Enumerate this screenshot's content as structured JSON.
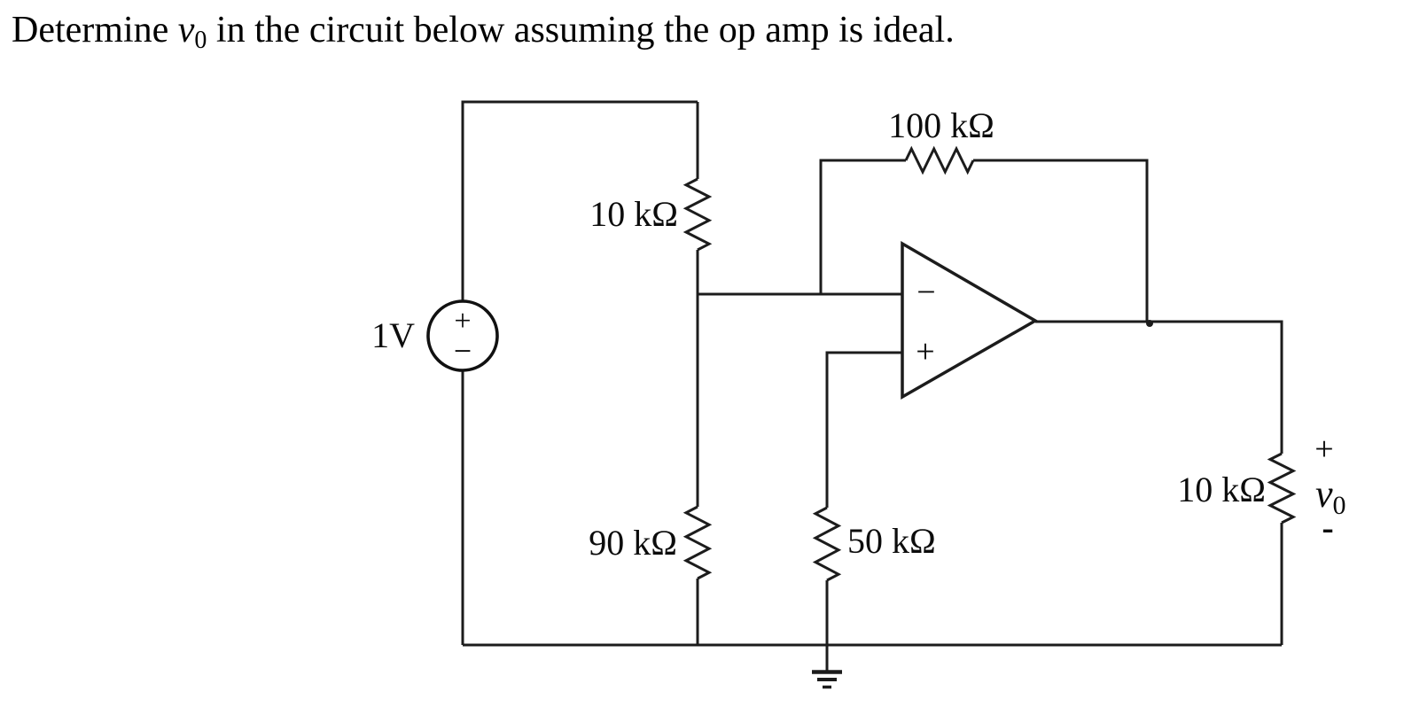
{
  "colors": {
    "line": "#1c1c1c",
    "text": "#000000",
    "background": "#ffffff"
  },
  "title": {
    "prefix": "Determine ",
    "var": "v",
    "sub": "0",
    "suffix": " in the circuit below assuming the op amp is ideal."
  },
  "source": {
    "label": "1V",
    "plus": "+",
    "minus": "−"
  },
  "opamp": {
    "minus_input": "−",
    "plus_input": "+"
  },
  "resistors": {
    "input_top": "10 kΩ",
    "input_bottom": "90 kΩ",
    "feedback": "100 kΩ",
    "noninverting": "50 kΩ",
    "load": "10 kΩ"
  },
  "output": {
    "plus": "+",
    "var": "v",
    "sub": "0",
    "minus": "-"
  }
}
